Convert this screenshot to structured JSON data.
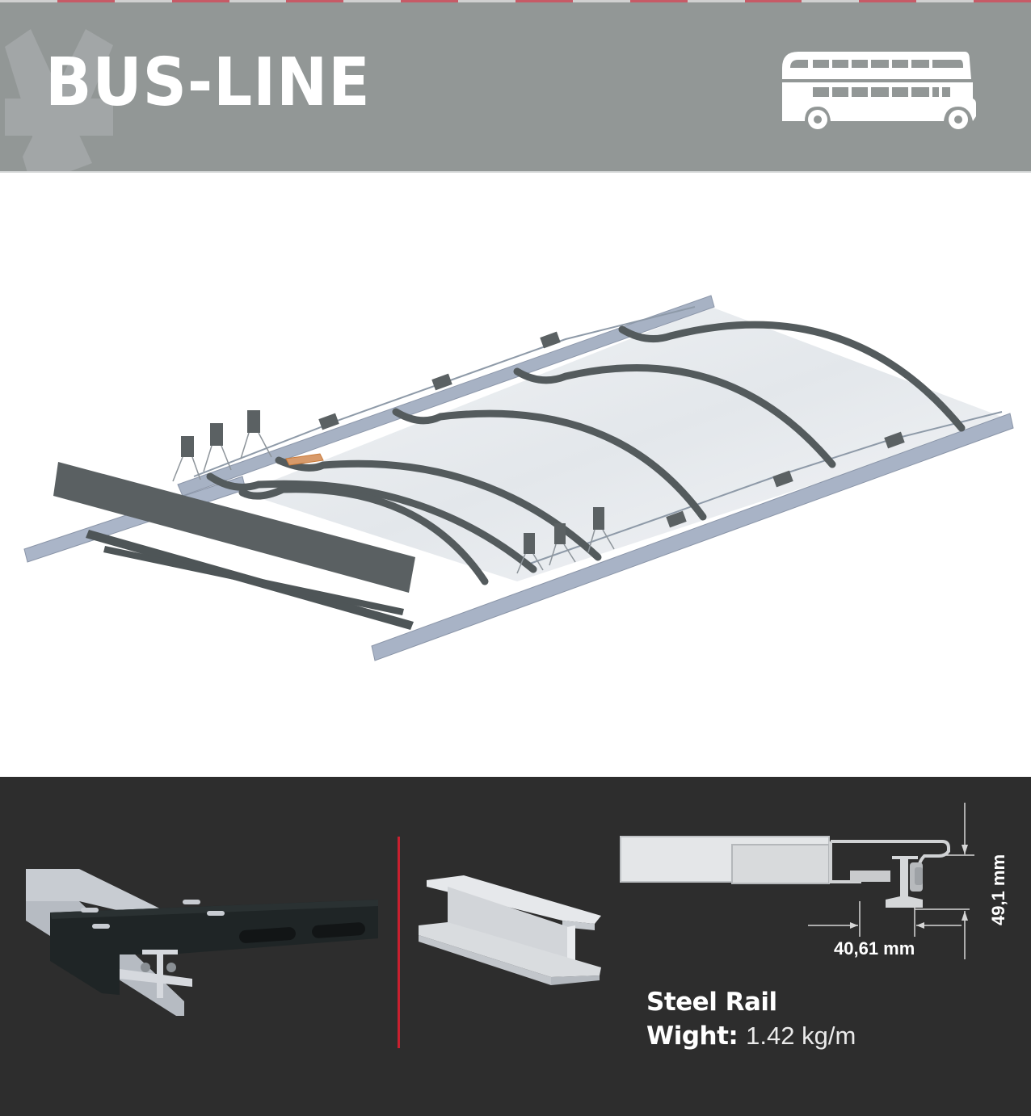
{
  "header": {
    "title": "BUS-LINE",
    "icon": "double-decker-bus-icon",
    "background_color": "#929796",
    "stripe_colors": [
      "#c75a66",
      "#dcdcdc"
    ]
  },
  "main_render": {
    "description": "Isometric 3D render of bus roof rail system with curved tarpaulin bows",
    "accent_color": "#5a6062"
  },
  "bottom_panel": {
    "background_color": "#2d2d2d",
    "divider_color": "#c8202f",
    "cross_section": {
      "height_dimension": "49,1 mm",
      "width_dimension": "40,61 mm"
    },
    "spec": {
      "title": "Steel Rail",
      "weight_label": "Wight:",
      "weight_value": "1.42 kg/m"
    }
  }
}
